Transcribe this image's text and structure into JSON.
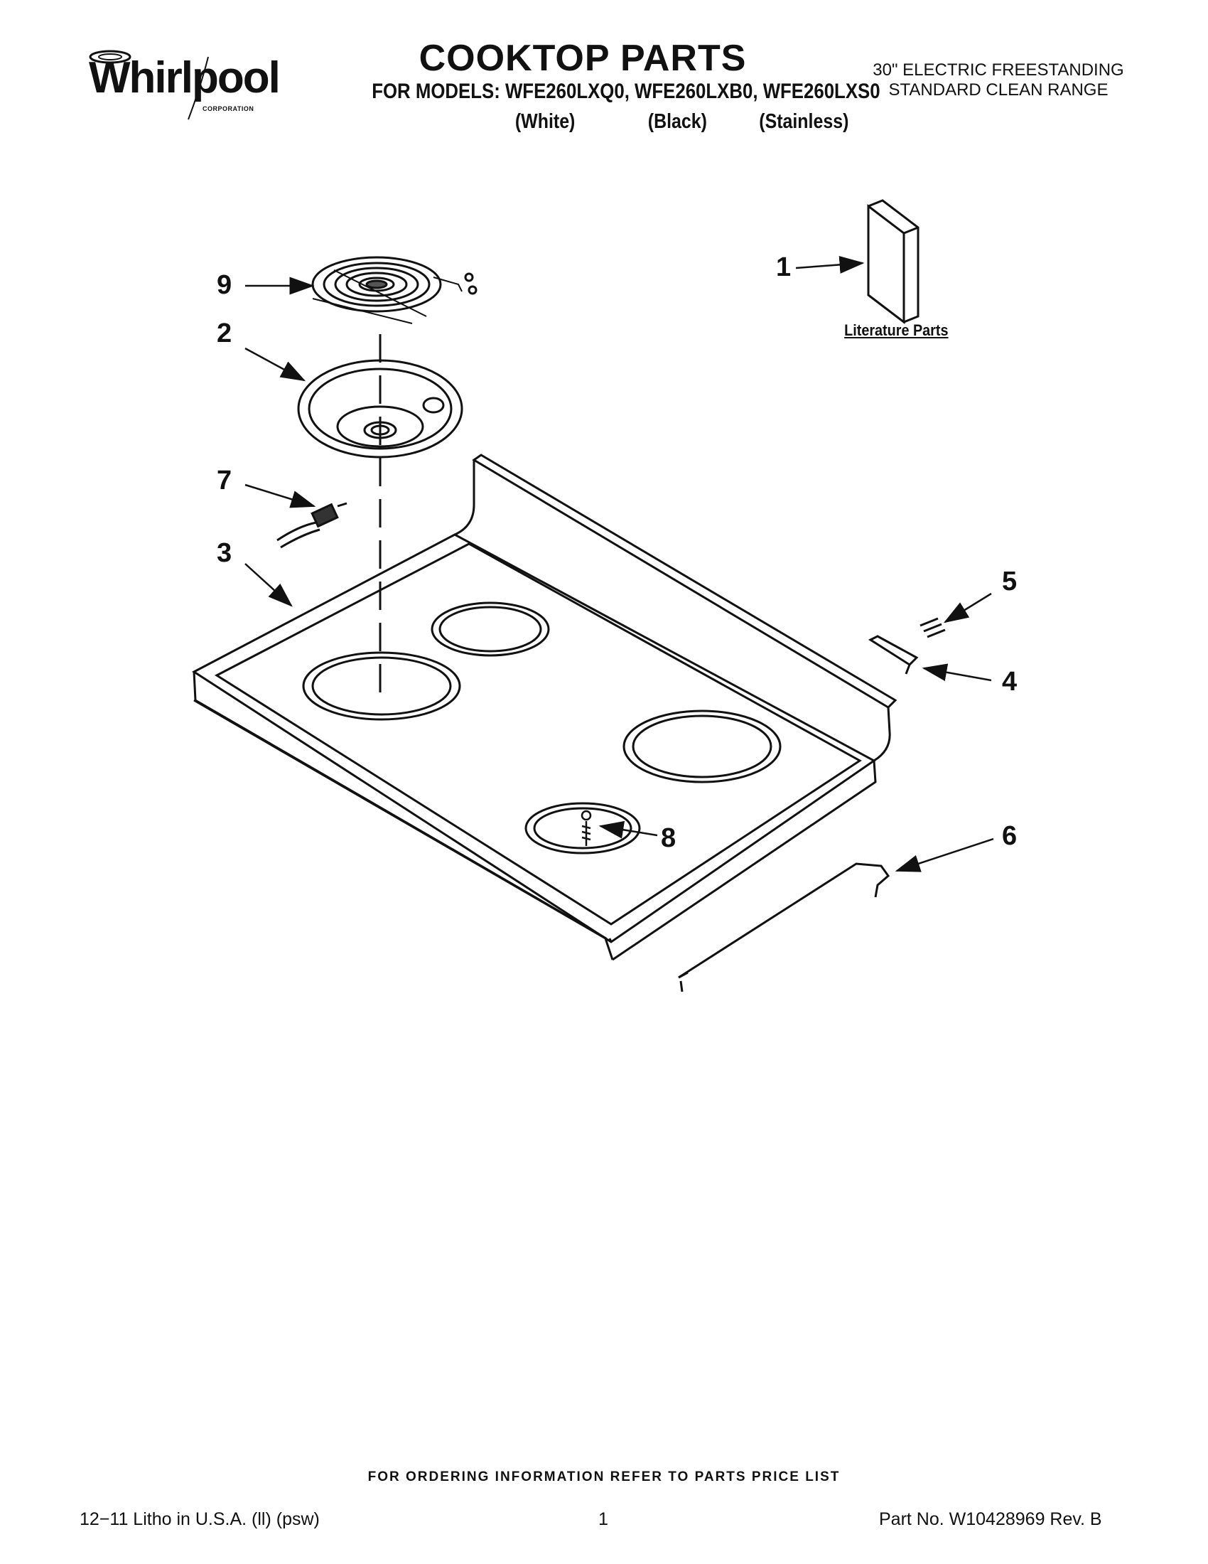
{
  "brand": {
    "name": "Whirlpool",
    "sub": "CORPORATION"
  },
  "header": {
    "title": "COOKTOP PARTS",
    "models_line": "FOR MODELS: WFE260LXQ0, WFE260LXB0, WFE260LXS0",
    "colors": [
      "(White)",
      "(Black)",
      "(Stainless)"
    ],
    "range_line1": "30\" ELECTRIC FREESTANDING",
    "range_line2": "STANDARD CLEAN RANGE"
  },
  "callouts": {
    "c1": "1",
    "c2": "2",
    "c3": "3",
    "c4": "4",
    "c5": "5",
    "c6": "6",
    "c7": "7",
    "c8": "8",
    "c9": "9"
  },
  "literature_label": "Literature Parts",
  "order_note": "FOR ORDERING INFORMATION REFER TO PARTS PRICE LIST",
  "footer": {
    "left": "12−11 Litho in U.S.A. (ll) (psw)",
    "center": "1",
    "right": "Part No. W10428969 Rev. B"
  }
}
